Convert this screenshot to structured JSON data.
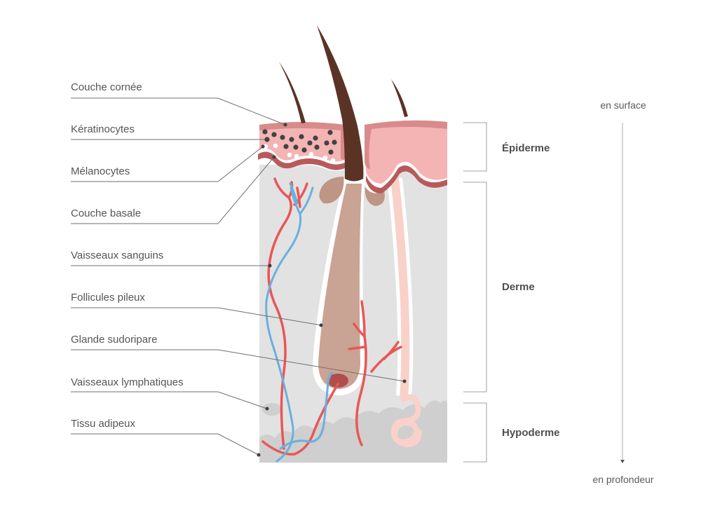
{
  "diagram": {
    "title": "Coupe de la peau",
    "labels": [
      {
        "id": "couche-cornee",
        "text": "Couche cornée"
      },
      {
        "id": "keratinocytes",
        "text": "Kératinocytes"
      },
      {
        "id": "melanocytes",
        "text": "Mélanocytes"
      },
      {
        "id": "couche-basale",
        "text": "Couche basale"
      },
      {
        "id": "vaisseaux-sanguins",
        "text": "Vaisseaux sanguins"
      },
      {
        "id": "follicules-pileux",
        "text": "Follicules pileux"
      },
      {
        "id": "glande-sudoripare",
        "text": "Glande sudoripare"
      },
      {
        "id": "vaisseaux-lymphatiques",
        "text": "Vaisseaux lymphatiques"
      },
      {
        "id": "tissu-adipeux",
        "text": "Tissu adipeux"
      }
    ],
    "layers": [
      {
        "id": "epiderme",
        "text": "Épiderme"
      },
      {
        "id": "derme",
        "text": "Derme"
      },
      {
        "id": "hypoderme",
        "text": "Hypoderme"
      }
    ],
    "depth_axis": {
      "top": "en surface",
      "bottom": "en profondeur"
    },
    "colors": {
      "hair": "#5a3325",
      "epidermis": "#f4b4b4",
      "stratum_corneum": "#d98a8a",
      "basal_layer": "#b85a5a",
      "dermis": "#e2e2e2",
      "hypodermis": "#cfcfcf",
      "follicle": "#c9a394",
      "sebaceous": "#bf9585",
      "blood_vessel": "#ea5656",
      "lymph_vessel": "#6ab0de",
      "sweat_gland": "#f9d1c8",
      "keratinocyte": "#424242",
      "melanocyte": "#ffffff"
    }
  }
}
